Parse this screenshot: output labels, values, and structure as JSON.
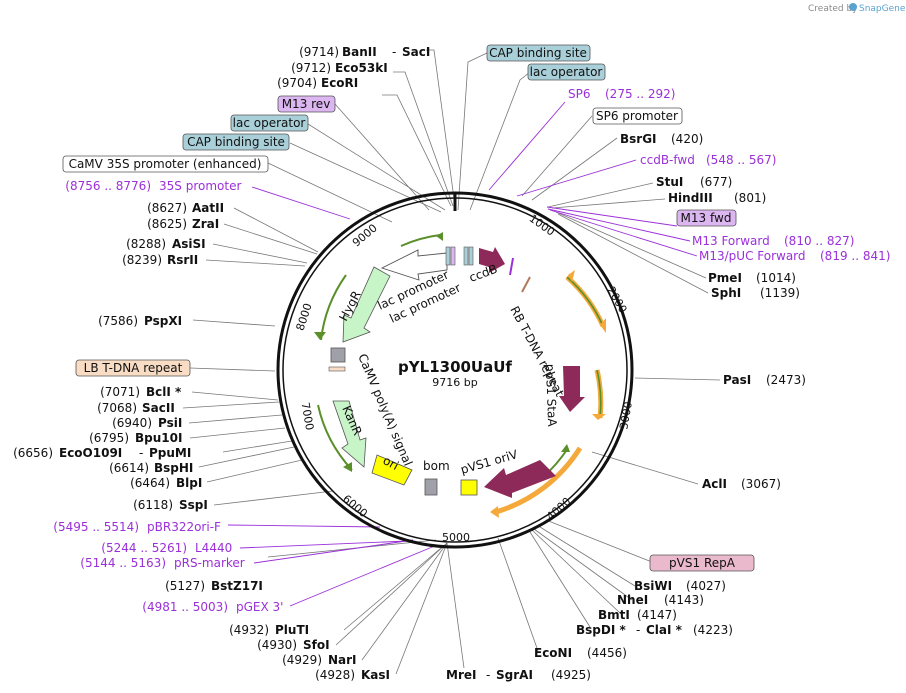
{
  "credit": "Created by",
  "brand": "SnapGene",
  "plasmid": {
    "name": "pYL1300UaUf",
    "size": "9716 bp"
  },
  "ticks": [
    "1000",
    "2000",
    "3000",
    "4000",
    "5000",
    "6000",
    "7000",
    "8000",
    "9000"
  ],
  "features_inner": [
    "lac promoter",
    "lac promoter",
    "ccdB",
    "HygR",
    "CaMV poly(A) signal",
    "KanR",
    "ori",
    "bom",
    "pVS1 oriV",
    "RB T-DNA repeat",
    "pVS1 StaA"
  ],
  "top": {
    "bansac": {
      "num": "(9714)",
      "a": "BanII",
      "sep": "-",
      "b": "SacI"
    },
    "eco53": {
      "num": "(9712)",
      "name": "Eco53kI"
    },
    "ecori": {
      "num": "(9704)",
      "name": "EcoRI"
    }
  },
  "boxes": {
    "cap1": "CAP binding site",
    "lacop1": "lac operator",
    "m13rev": "M13 rev",
    "lacop2": "lac operator",
    "cap2": "CAP binding site",
    "camv35s": "CaMV 35S promoter (enhanced)",
    "sp6prom": "SP6 promoter",
    "m13fwd": "M13 fwd",
    "lbtdna": "LB T-DNA repeat",
    "pvs1repa": "pVS1 RepA"
  },
  "primers": {
    "sp6": {
      "name": "SP6",
      "range": "(275 .. 292)"
    },
    "ccdbfwd": {
      "name": "ccdB-fwd",
      "range": "(548 .. 567)"
    },
    "m13forward": {
      "name": "M13 Forward",
      "range": "(810 .. 827)"
    },
    "m13puc": {
      "name": "M13/pUC Forward",
      "range": "(819 .. 841)"
    },
    "p35s": {
      "range": "(8756 .. 8776)",
      "name": "35S promoter"
    },
    "pbr322": {
      "range": "(5495 .. 5514)",
      "name": "pBR322ori-F"
    },
    "l4440": {
      "range": "(5244 .. 5261)",
      "name": "L4440"
    },
    "prsmarker": {
      "range": "(5144 .. 5163)",
      "name": "pRS-marker"
    },
    "pgex3": {
      "range": "(4981 .. 5003)",
      "name": "pGEX 3'"
    }
  },
  "right_sites": {
    "bsrgi": {
      "name": "BsrGI",
      "num": "(420)"
    },
    "stui": {
      "name": "StuI",
      "num": "(677)"
    },
    "hindiii": {
      "name": "HindIII",
      "num": "(801)"
    },
    "pmei": {
      "name": "PmeI",
      "num": "(1014)"
    },
    "sphi": {
      "name": "SphI",
      "num": "(1139)"
    },
    "pasi": {
      "name": "PasI",
      "num": "(2473)"
    },
    "acli": {
      "name": "AclI",
      "num": "(3067)"
    }
  },
  "left_sites": {
    "aatii": {
      "num": "(8627)",
      "name": "AatII"
    },
    "zrai": {
      "num": "(8625)",
      "name": "ZraI"
    },
    "asisi": {
      "num": "(8288)",
      "name": "AsiSI"
    },
    "rsrii": {
      "num": "(8239)",
      "name": "RsrII"
    },
    "pspxi": {
      "num": "(7586)",
      "name": "PspXI"
    },
    "bcli": {
      "num": "(7071)",
      "name": "BclI *"
    },
    "sacii": {
      "num": "(7068)",
      "name": "SacII"
    },
    "psii": {
      "num": "(6940)",
      "name": "PsiI"
    },
    "bpu10i": {
      "num": "(6795)",
      "name": "Bpu10I"
    },
    "eco109": {
      "num": "(6656)",
      "a": "EcoO109I",
      "sep": "-",
      "b": "PpuMI"
    },
    "bsphi": {
      "num": "(6614)",
      "name": "BspHI"
    },
    "blpi": {
      "num": "(6464)",
      "name": "BlpI"
    },
    "sspi": {
      "num": "(6118)",
      "name": "SspI"
    },
    "bstz17i": {
      "num": "(5127)",
      "name": "BstZ17I"
    }
  },
  "bottom_sites": {
    "plutI": {
      "num": "(4932)",
      "name": "PluTI"
    },
    "sfoi": {
      "num": "(4930)",
      "name": "SfoI"
    },
    "nari": {
      "num": "(4929)",
      "name": "NarI"
    },
    "kasi": {
      "num": "(4928)",
      "name": "KasI"
    },
    "mrei": {
      "a": "MreI",
      "sep": "-",
      "b": "SgrAI",
      "num": "(4925)"
    },
    "econi": {
      "name": "EcoNI",
      "num": "(4456)"
    },
    "bspdi": {
      "a": "BspDI *",
      "sep": "-",
      "b": "ClaI *",
      "num": "(4223)"
    },
    "bmti": {
      "name": "BmtI",
      "num": "(4147)"
    },
    "nhei": {
      "name": "NheI",
      "num": "(4143)"
    },
    "bsiwi": {
      "name": "BsiWI",
      "num": "(4027)"
    }
  },
  "colors": {
    "primer": "#9b30d9",
    "cap_box": "#a9cfd8",
    "m13_box": "#dcb6f0",
    "lb_box": "#f8dcc4",
    "repa_box": "#eab9cc",
    "ccdb": "#8e2a5a",
    "resistance": "#c8f5c8",
    "ori": "#ffff00"
  }
}
